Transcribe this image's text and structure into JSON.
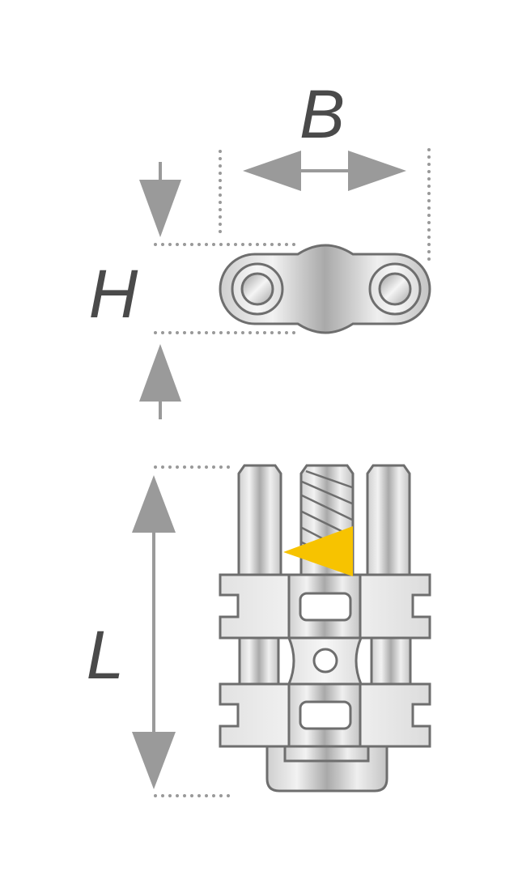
{
  "dimensions": {
    "width_label": "B",
    "height_label": "H",
    "length_label": "L"
  },
  "colors": {
    "label": "#4a4a4a",
    "arrow": "#9a9a9a",
    "outline": "#6e6e6e",
    "marker": "#f7c300"
  }
}
